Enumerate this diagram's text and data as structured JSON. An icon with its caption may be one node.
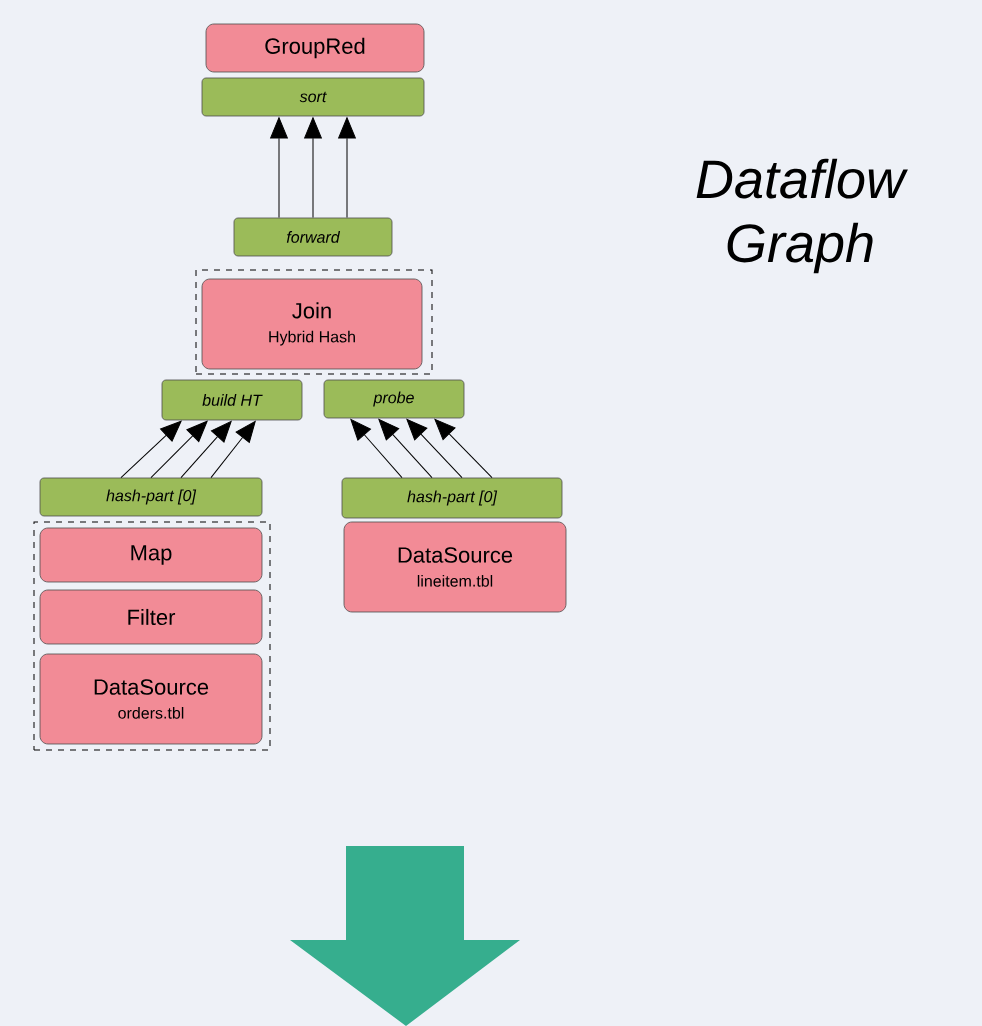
{
  "diagram": {
    "title": "Dataflow Graph",
    "nodes": [
      {
        "text": [
          "GroupRed"
        ]
      },
      {
        "text": [
          "sort"
        ]
      },
      {
        "text": [
          "forward"
        ]
      },
      {
        "text": [],
        "shape": "box"
      },
      {
        "text": [
          "Join",
          "Hybrid Hash"
        ],
        "in": 3
      },
      {
        "text": [
          "build HT"
        ]
      },
      {
        "text": [
          "probe"
        ]
      },
      {
        "text": [
          "hash-part [0]"
        ]
      },
      {
        "text": [
          "hash-part [0]"
        ]
      },
      {
        "text": [],
        "shape": "box"
      },
      {
        "text": [
          "Map"
        ],
        "in": 9
      },
      {
        "text": [
          "Filter"
        ],
        "in": 9
      },
      {
        "text": [
          "DataSource",
          "orders.tbl"
        ],
        "in": 9
      },
      {
        "text": [
          "DataSource",
          "lineitem.tbl"
        ]
      }
    ],
    "edges": [
      {
        "from": 2,
        "to": 1,
        "arrow": "to"
      },
      {
        "from": 2,
        "to": 1,
        "arrow": "to"
      },
      {
        "from": 2,
        "to": 1,
        "arrow": "to"
      },
      {
        "from": 7,
        "to": 5,
        "arrow": "to"
      },
      {
        "from": 7,
        "to": 5,
        "arrow": "to"
      },
      {
        "from": 7,
        "to": 5,
        "arrow": "to"
      },
      {
        "from": 7,
        "to": 5,
        "arrow": "to"
      },
      {
        "from": 8,
        "to": 6,
        "arrow": "to"
      },
      {
        "from": 8,
        "to": 6,
        "arrow": "to"
      },
      {
        "from": 8,
        "to": 6,
        "arrow": "to"
      },
      {
        "from": 8,
        "to": 6,
        "arrow": "to"
      }
    ]
  }
}
